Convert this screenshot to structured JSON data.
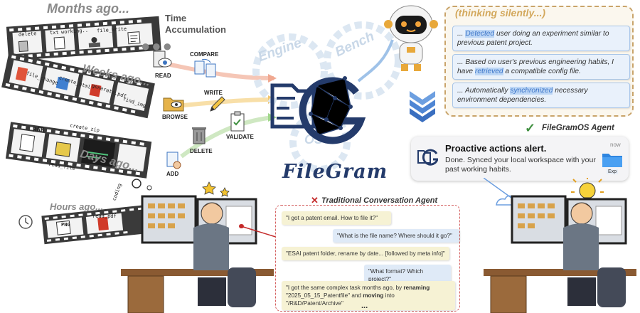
{
  "timeline": {
    "months_ago": "Months ago...",
    "weeks_ago": "Weeks ago...",
    "days_ago": "Days ago...",
    "hours_ago": "Hours ago...",
    "accumulation": "Time\nAccumulation"
  },
  "frames": {
    "row1": [
      "delete",
      "txt",
      "working..",
      "file_write"
    ],
    "row2": [
      "file_change",
      "create_html",
      "generate.pdf",
      "find_img"
    ],
    "row3": [
      "RAR",
      "create_zip",
      "read_file",
      "coding"
    ],
    "row4": [
      "PNG",
      "read_pdf"
    ]
  },
  "operations": {
    "read": "READ",
    "compare": "COMPARE",
    "write": "WRITE",
    "browse": "BROWSE",
    "delete": "DELETE",
    "validate": "VALIDATE",
    "add": "ADD"
  },
  "core": {
    "name": "FileGram",
    "gear_engine": "Engine",
    "gear_bench": "Bench",
    "gear_os": "OS"
  },
  "thinking": {
    "title": "(thinking silently...)",
    "t1_pre": "... ",
    "t1_hl": "Detected",
    "t1_post": " user doing an experiment similar to previous patent project.",
    "t2_pre": "... Based on user's previous engineering habits, I have ",
    "t2_hl": "retrieved",
    "t2_post": " a compatible config file.",
    "t3_pre": "... Automatically ",
    "t3_hl": "synchronized",
    "t3_post": " necessary environment dependencies."
  },
  "agent": {
    "label": "FileGramOS Agent",
    "alert_title": "Proactive actions alert.",
    "alert_body": "Done. Synced your local workspace with your past working habits.",
    "alert_time": "now",
    "folder_label": "Exp"
  },
  "traditional": {
    "label": "Traditional Conversation Agent",
    "m1": "\"I got a patent email. How to file it?\"",
    "m2": "\"What is the file name? Where should it go?\"",
    "m3": "\"ESAI patent folder, rename by date... [followed by meta info]\"",
    "m4": "\"What format? Which project?\"",
    "m5_a": "\"I got the same complex task months ago, by ",
    "m5_b": "renaming",
    "m5_c": " \"2025_05_15_Patentfile\" and ",
    "m5_d": "moving",
    "m5_e": " into \"/R&D/Patent/Archive\"",
    "ellipsis": "..."
  },
  "colors": {
    "brand_navy": "#243b6b",
    "accent_blue": "#3b74c8",
    "thinking_border": "#c9a46a",
    "chat_border": "#d46060",
    "check_green": "#3f8f3f"
  }
}
